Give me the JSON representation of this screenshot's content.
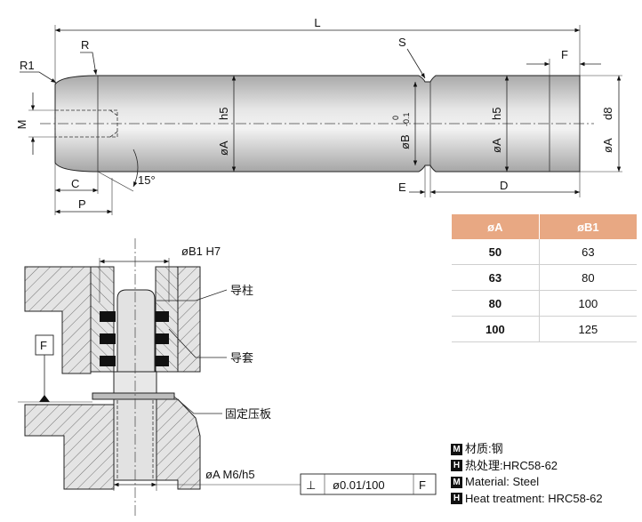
{
  "drawing_labels": {
    "L": "L",
    "R": "R",
    "R1": "R1",
    "S": "S",
    "F": "F",
    "M": "M",
    "C": "C",
    "P": "P",
    "E": "E",
    "D": "D",
    "angle": "15°",
    "dA1": "øA",
    "h5a": "h5",
    "dB": "øB",
    "tol_up": "0",
    "tol_low": "-0.1",
    "dA2": "øA",
    "h5b": "h5",
    "dA3": "øA",
    "d8": "d8"
  },
  "assembly_labels": {
    "b1_h7": "øB1 H7",
    "guide_post": "导柱",
    "guide_bush": "导套",
    "fixed_plate": "固定压板",
    "datum": "F",
    "a_m6h5": "øA M6/h5",
    "perp_symbol": "⊥",
    "perp_value": "ø0.01/100",
    "perp_datum": "F"
  },
  "table": {
    "headers": [
      "øA",
      "øB1"
    ],
    "rows": [
      [
        "50",
        "63"
      ],
      [
        "63",
        "80"
      ],
      [
        "80",
        "100"
      ],
      [
        "100",
        "125"
      ]
    ]
  },
  "notes": [
    {
      "badge": "M",
      "text": "材质:钢"
    },
    {
      "badge": "H",
      "text": "热处理:HRC58-62"
    },
    {
      "badge": "M",
      "text": "Material: Steel"
    },
    {
      "badge": "H",
      "text": "Heat treatment: HRC58-62"
    }
  ],
  "colors": {
    "table_header": "#e8a883",
    "part_gradient_mid": "#f2f2f2",
    "part_gradient_edge": "#b9b9b9"
  }
}
